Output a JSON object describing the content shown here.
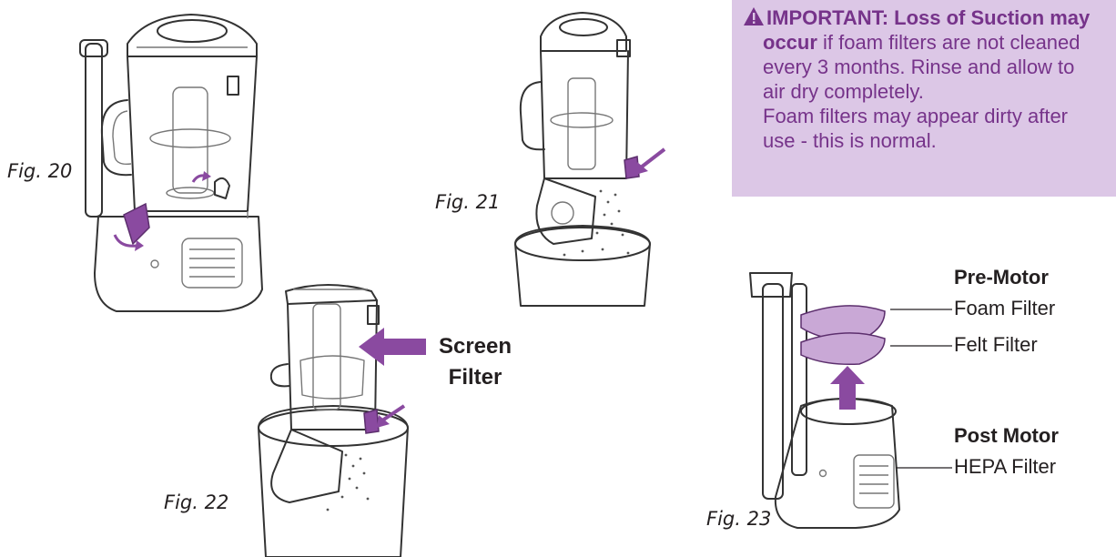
{
  "figures": {
    "fig20": "Fig. 20",
    "fig21": "Fig. 21",
    "fig22": "Fig. 22",
    "fig23": "Fig. 23"
  },
  "callout": {
    "heading": "IMPORTANT: Loss of Suction may",
    "emphasis": "occur",
    "line1_rest": " if foam filters are not cleaned",
    "line2": "every 3 months. Rinse and allow to",
    "line3": "air dry completely.",
    "line4": "Foam filters may appear dirty after",
    "line5": "use - this is normal."
  },
  "screen_filter": {
    "line1": "Screen",
    "line2": "Filter"
  },
  "filter_labels": {
    "pre_motor": "Pre-Motor",
    "foam_filter": "Foam Filter",
    "felt_filter": "Felt Filter",
    "post_motor": "Post Motor",
    "hepa_filter": "HEPA Filter"
  },
  "colors": {
    "accent_purple": "#8a4aa0",
    "callout_bg": "#dcc7e6",
    "callout_text": "#76338a"
  },
  "icons": {
    "warning": "warning-triangle-icon",
    "arrow": "arrow-icon"
  }
}
